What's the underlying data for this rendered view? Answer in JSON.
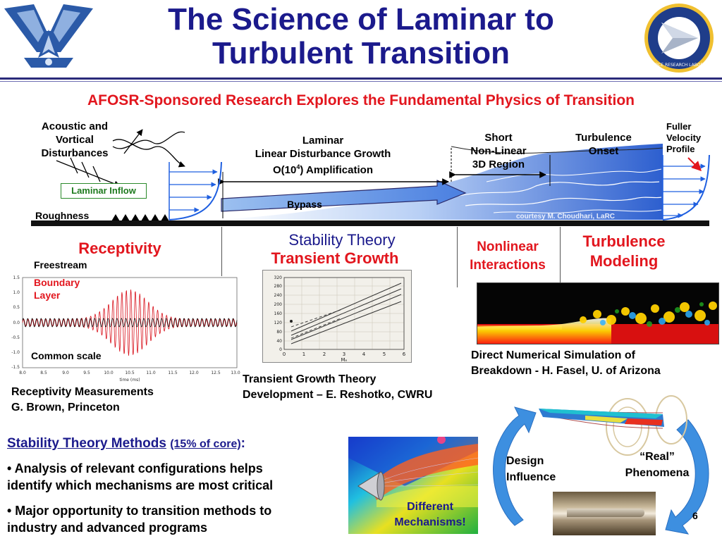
{
  "title_line1": "The Science of Laminar to",
  "title_line2": "Turbulent Transition",
  "subtitle": "AFOSR-Sponsored Research Explores the Fundamental Physics of Transition",
  "logos": {
    "left": "air-force-wings-logo",
    "right": "air-force-research-laboratory-seal",
    "right_text": "AIR FORCE RESEARCH LABORATORY"
  },
  "diagram": {
    "acoustic": [
      "Acoustic and",
      "Vortical",
      "Disturbances"
    ],
    "laminar_inflow": "Laminar Inflow",
    "roughness": "Roughness",
    "laminar": [
      "Laminar",
      "Linear Disturbance Growth",
      "O(10",
      "4",
      ") Amplification"
    ],
    "short": [
      "Short",
      "Non-Linear",
      "3D Region"
    ],
    "onset": [
      "Turbulence",
      "Onset"
    ],
    "fuller": [
      "Fuller",
      "Velocity",
      "Profile"
    ],
    "bypass": "Bypass",
    "courtesy": "courtesy M. Choudhari, LaRC"
  },
  "sections": {
    "receptivity": "Receptivity",
    "stability": "Stability Theory",
    "transient": "Transient Growth",
    "nonlinear": [
      "Nonlinear",
      "Interactions"
    ],
    "modeling": [
      "Turbulence",
      "Modeling"
    ]
  },
  "signal_plot": {
    "freestream": "Freestream",
    "boundary_layer": [
      "Boundary",
      "Layer"
    ],
    "common_scale": "Common scale",
    "y_ticks": [
      "1.5",
      "1.0",
      "0.5",
      "0.0",
      "-0.5",
      "-1.0",
      "-1.5"
    ],
    "x_ticks": [
      "8.0",
      "8.5",
      "9.0",
      "9.5",
      "10.0",
      "10.5",
      "11.0",
      "11.5",
      "12.0",
      "12.5",
      "13.0"
    ],
    "x_label": "time (ms)",
    "caption": [
      "Receptivity Measurements",
      "G. Brown, Princeton"
    ]
  },
  "transient_plot": {
    "y_ticks": [
      "0",
      "40",
      "80",
      "120",
      "160",
      "200",
      "240",
      "280",
      "320"
    ],
    "x_ticks": [
      "0",
      "1",
      "2",
      "3",
      "4",
      "5",
      "6"
    ],
    "x_label": "Mₑ",
    "caption": [
      "Transient Growth Theory",
      "Development – E. Reshotko, CWRU"
    ]
  },
  "dns_caption": [
    "Direct Numerical Simulation of",
    "Breakdown - H. Fasel, U. of Arizona"
  ],
  "methods": {
    "heading": "Stability Theory Methods",
    "heading_note": "(15% of core)",
    "heading_colon": ":",
    "bullets": [
      [
        "• Analysis of relevant configurations helps",
        "identify which mechanisms are most critical"
      ],
      [
        "• Major opportunity to transition methods to",
        "industry and advanced programs"
      ]
    ]
  },
  "mechanisms": [
    "Different",
    "Mechanisms!"
  ],
  "cycle": {
    "design": [
      "Design",
      "Influence"
    ],
    "real": [
      "“Real”",
      "Phenomena"
    ]
  },
  "page_number": "6",
  "colors": {
    "title": "#1b1a8c",
    "accent_red": "#e2161e",
    "flow_blue": "#3a6fd8",
    "cycle_blue": "#3d8fe0"
  }
}
